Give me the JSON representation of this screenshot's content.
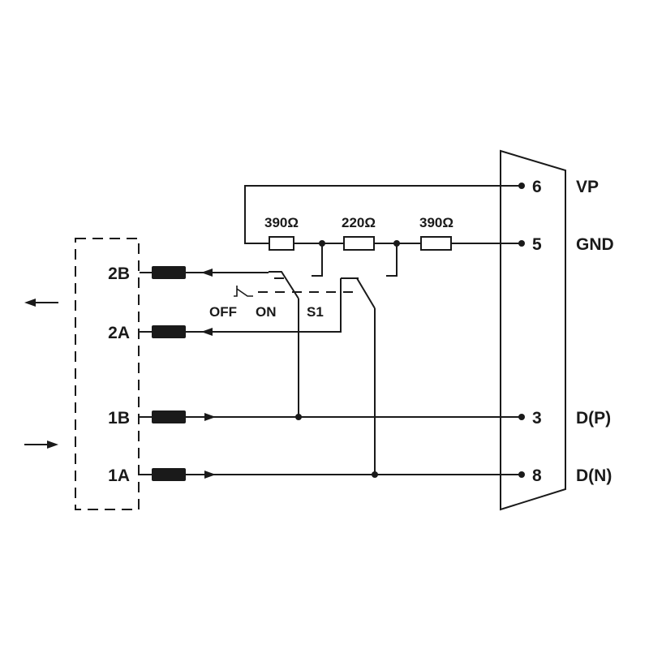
{
  "connector": {
    "pins": [
      {
        "number": "6",
        "signal": "VP"
      },
      {
        "number": "5",
        "signal": "GND"
      },
      {
        "number": "3",
        "signal": "D(P)"
      },
      {
        "number": "8",
        "signal": "D(N)"
      }
    ]
  },
  "resistors": [
    "390Ω",
    "220Ω",
    "390Ω"
  ],
  "switch": {
    "off_label": "OFF",
    "on_label": "ON",
    "name": "S1"
  },
  "ports": [
    "2B",
    "2A",
    "1B",
    "1A"
  ],
  "colors": {
    "line": "#1a1a1a",
    "background": "#ffffff"
  }
}
